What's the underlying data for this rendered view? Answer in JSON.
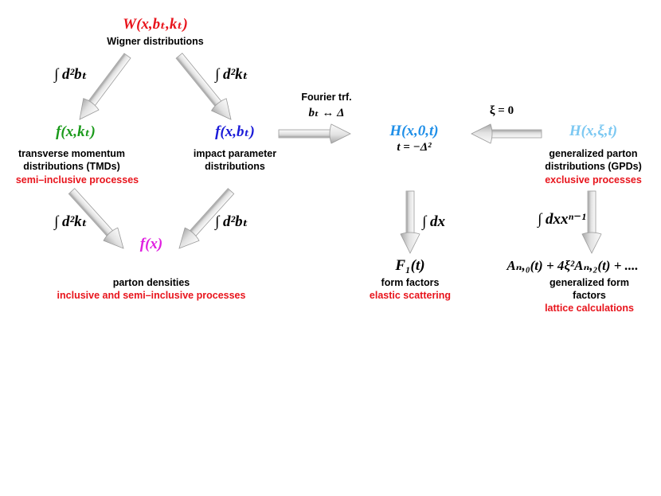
{
  "nodes": {
    "wigner": {
      "formula": "W(x,bₜ,kₜ)",
      "label": "Wigner distributions",
      "color": "#e8141c"
    },
    "tmd": {
      "formula": "f(x,kₜ)",
      "label_line1": "transverse momentum",
      "label_line2": "distributions (TMDs)",
      "process": "semi–inclusive processes",
      "color": "#1a9a1a"
    },
    "ipd": {
      "formula": "f(x,bₜ)",
      "label_line1": "impact parameter",
      "label_line2": "distributions",
      "color": "#1a1ad8"
    },
    "pdf": {
      "formula": "f(x)",
      "label": "parton densities",
      "process": "inclusive and semi–inclusive processes",
      "color": "#e020e0"
    },
    "h0": {
      "formula": "H(x,0,t)",
      "subformula": "t = −Δ²",
      "color": "#1f8fe8"
    },
    "gpd": {
      "formula": "H(x,ξ,t)",
      "label_line1": "generalized parton",
      "label_line2": "distributions (GPDs)",
      "process": "exclusive processes",
      "color": "#7cc8f2"
    },
    "ff": {
      "formula": "F₁(t)",
      "label": "form factors",
      "process": "elastic scattering"
    },
    "gff": {
      "formula": "Aₙ,₀(t) + 4ξ²Aₙ,₂(t) + ....",
      "label_line1": "generalized form",
      "label_line2": "factors",
      "process": "lattice calculations"
    }
  },
  "arrows": {
    "w_to_tmd": "∫ d²bₜ",
    "w_to_ipd": "∫ d²kₜ",
    "tmd_to_pdf": "∫ d²kₜ",
    "ipd_to_pdf": "∫ d²bₜ",
    "fourier_title": "Fourier trf.",
    "fourier_formula": "bₜ ↔ Δ",
    "xi_zero": "ξ = 0",
    "h_to_ff": "∫ dx",
    "gpd_to_gff": "∫ dxxⁿ⁻¹"
  },
  "colors": {
    "arrow_fill_light": "#f4f4f4",
    "arrow_fill_dark": "#b8b8b8",
    "process_red": "#e8141c"
  }
}
